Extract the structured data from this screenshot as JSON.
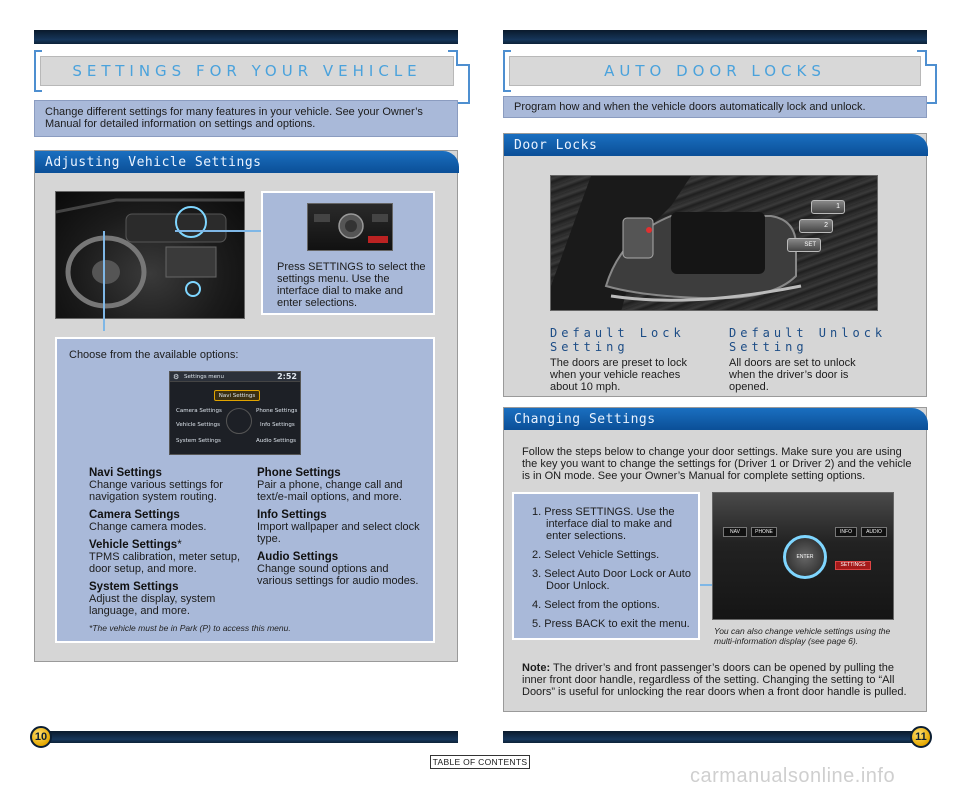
{
  "left_page": {
    "title": "SETTINGS FOR YOUR VEHICLE",
    "intro": "Change different settings for many features in your vehicle. See your Owner’s Manual for detailed information on settings and options.",
    "section_title": "Adjusting Vehicle Settings",
    "settings_instruction": "Press SETTINGS to select the settings menu. Use the interface dial to make and enter selections.",
    "options_intro": "Choose from the available options:",
    "screen": {
      "menu_title": "Settings menu",
      "clock": "2:52",
      "items": [
        "Navi Settings",
        "Camera Settings",
        "Phone Settings",
        "Vehicle Settings",
        "Info Settings",
        "System Settings",
        "Audio Settings"
      ]
    },
    "options_left": [
      {
        "heading": "Navi Settings",
        "desc": "Change various settings for navigation system routing."
      },
      {
        "heading": "Camera Settings",
        "desc": "Change camera modes."
      },
      {
        "heading": "Vehicle Settings",
        "mark": "*",
        "desc": "TPMS calibration, meter setup, door setup, and more."
      },
      {
        "heading": "System Settings",
        "desc": "Adjust the display, system language, and more."
      }
    ],
    "options_right": [
      {
        "heading": "Phone Settings",
        "desc": "Pair a phone, change call and text/e-mail options, and more."
      },
      {
        "heading": "Info Settings",
        "desc": "Import wallpaper and select clock type."
      },
      {
        "heading": "Audio Settings",
        "desc": "Change sound options and various settings for audio modes."
      }
    ],
    "footnote": "*The vehicle must be in Park (P) to access this menu.",
    "page_number": "10"
  },
  "right_page": {
    "title": "AUTO DOOR LOCKS",
    "intro": "Program how and when the vehicle doors automatically lock and unlock.",
    "door_locks_title": "Door Locks",
    "door_buttons": [
      "1",
      "2",
      "SET"
    ],
    "default_lock": {
      "heading": "Default Lock Setting",
      "desc": "The doors are preset to lock when your vehicle reaches about 10 mph."
    },
    "default_unlock": {
      "heading": "Default Unlock Setting",
      "desc": "All doors are set to unlock when the driver’s door is opened."
    },
    "changing_title": "Changing Settings",
    "changing_intro": "Follow the steps below to change your door settings. Make sure you are using the key you want to change the settings for (Driver 1 or Driver 2) and the vehicle is in ON mode. See your Owner’s Manual for complete setting options.",
    "steps": [
      "1. Press SETTINGS. Use the interface dial to make and enter selections.",
      "2. Select Vehicle Settings.",
      "3. Select Auto Door Lock or Auto Door Unlock.",
      "4. Select from the options.",
      "5. Press BACK to exit the menu."
    ],
    "dial_labels": [
      "ENTER",
      "SETTINGS",
      "PHONE",
      "INFO",
      "AUDIO",
      "NAV"
    ],
    "photo_caption": "You can also change vehicle settings using the multi-information display (see page 6).",
    "note_label": "Note:",
    "note_text": "The driver’s and front passenger’s doors can be opened by pulling the inner front door handle, regardless of the setting. Changing the setting to “All Doors” is useful for unlocking the rear doors when a front door handle is pulled.",
    "page_number": "11"
  },
  "footer": {
    "toc_link": "TABLE OF CONTENTS",
    "watermark": "carmanualsonline.info"
  }
}
